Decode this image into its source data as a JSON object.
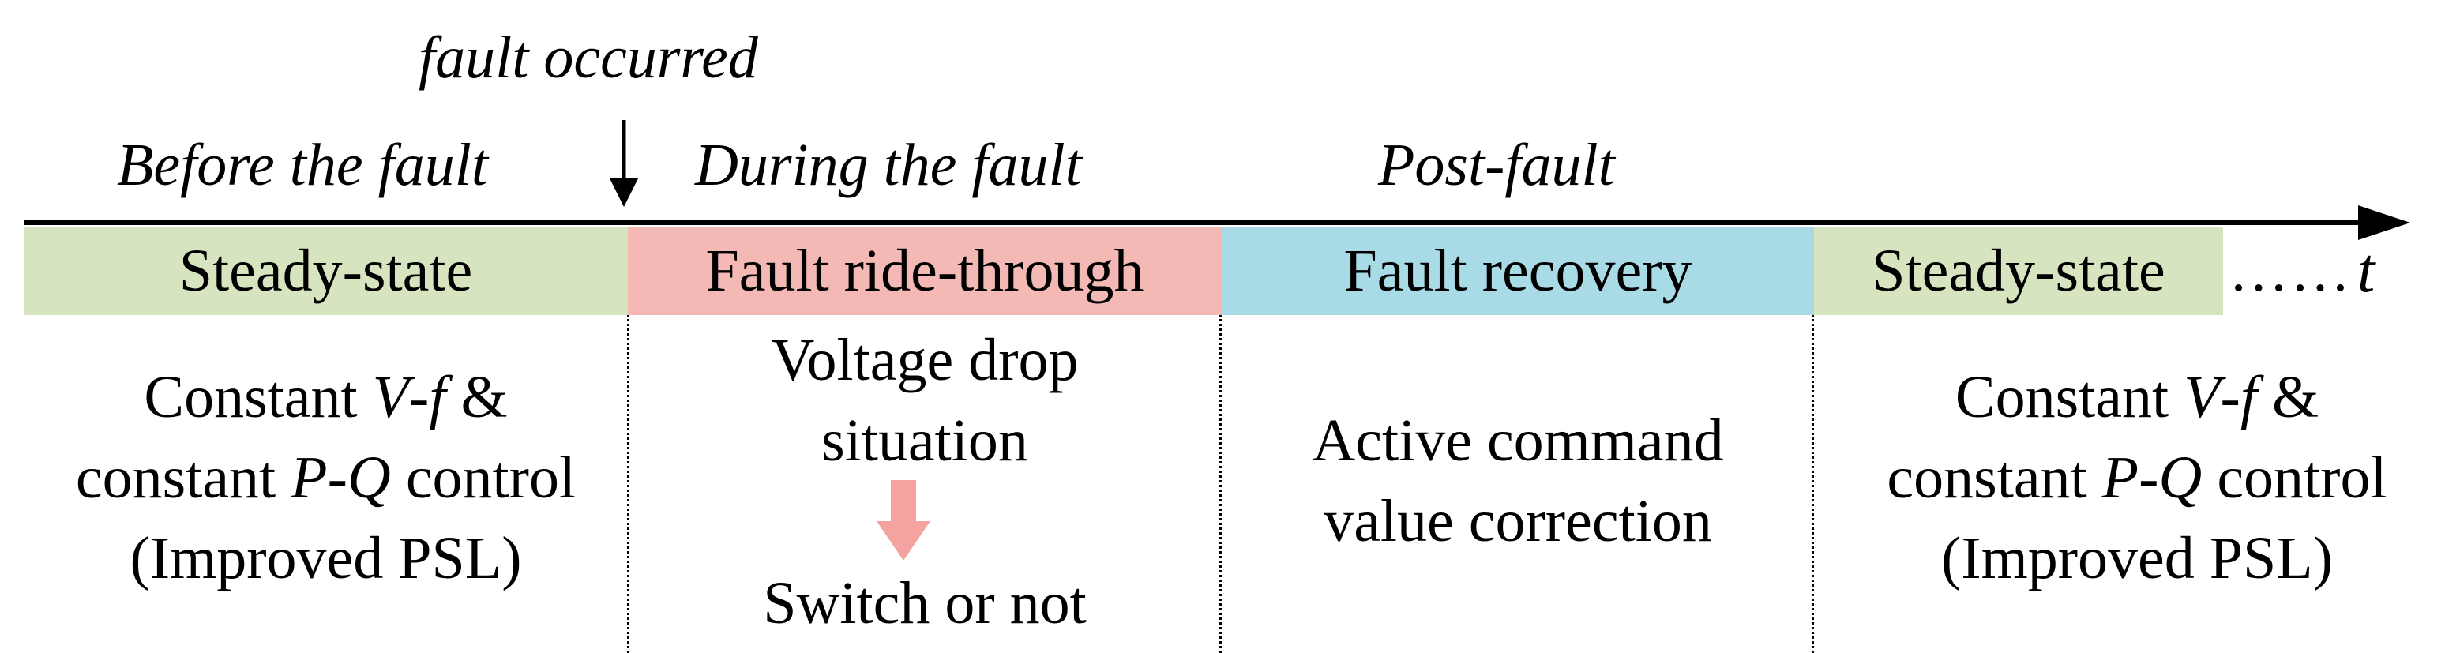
{
  "event": {
    "label": "fault occurred"
  },
  "phases": [
    {
      "label": "Before the fault"
    },
    {
      "label": "During the fault"
    },
    {
      "label": "Post-fault"
    }
  ],
  "stages": [
    {
      "label": "Steady-state",
      "color": "#d6e5c0"
    },
    {
      "label": "Fault ride-through",
      "color": "#f4b9b5"
    },
    {
      "label": "Fault recovery",
      "color": "#a9dbe6"
    },
    {
      "label": "Steady-state",
      "color": "#d6e5c0"
    }
  ],
  "axis": {
    "label": "t",
    "continuation": "……"
  },
  "descriptions": {
    "left": {
      "line1_prefix": "Constant ",
      "line1_v": "V",
      "line1_dash": "-",
      "line1_f": "f",
      "line1_suffix": " &",
      "line2_prefix": "constant ",
      "line2_p": "P",
      "line2_dash": "-",
      "line2_q": "Q",
      "line2_suffix": " control",
      "line3": "(Improved PSL)"
    },
    "middle": {
      "line1": "Voltage drop",
      "line2": "situation",
      "arrow_color": "#f4a3a0",
      "line3": "Switch or not"
    },
    "recovery": {
      "line1": "Active command",
      "line2": "value correction"
    },
    "right": {
      "line1_prefix": "Constant ",
      "line1_v": "V",
      "line1_dash": "-",
      "line1_f": "f",
      "line1_suffix": " &",
      "line2_prefix": "constant ",
      "line2_p": "P",
      "line2_dash": "-",
      "line2_q": "Q",
      "line2_suffix": " control",
      "line3": "(Improved PSL)"
    }
  }
}
